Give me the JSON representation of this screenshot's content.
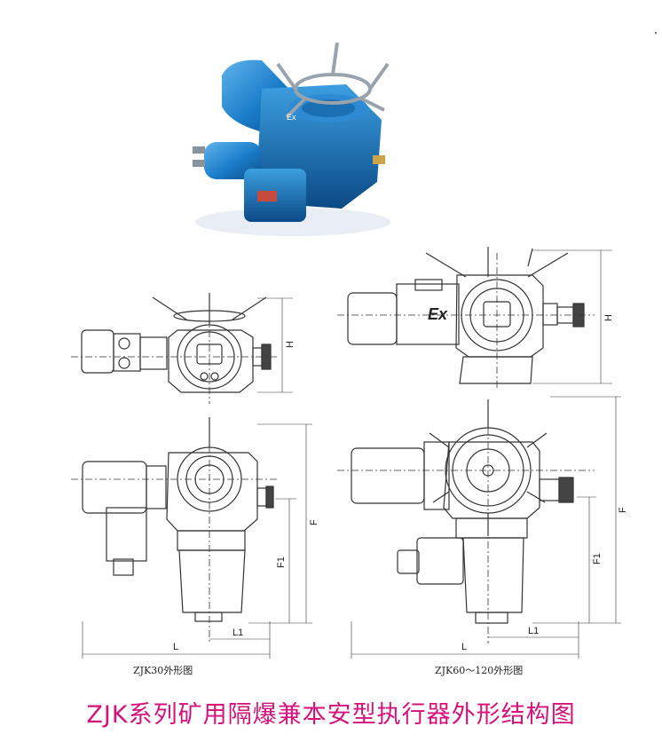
{
  "photo": {
    "badge": "Ex"
  },
  "drawings": {
    "dim_labels": {
      "H": "H",
      "F": "F",
      "F1": "F1",
      "L": "L",
      "L1": "L1"
    },
    "ex_mark": "Ex"
  },
  "captions": {
    "left": "ZJK30外形图",
    "right": "ZJK60～120外形图"
  },
  "title": "ZJK系列矿用隔爆兼本安型执行器外形结构图",
  "colors": {
    "title": "#d4127a",
    "body": "#1a7cc9"
  }
}
